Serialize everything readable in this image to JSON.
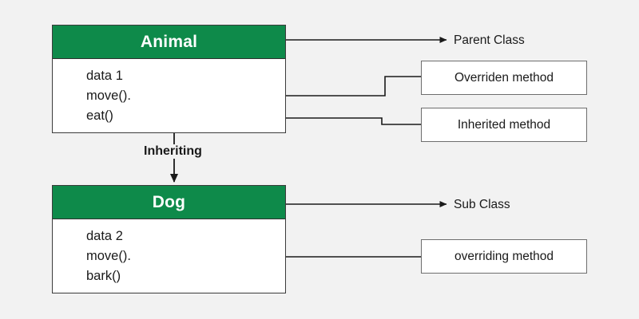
{
  "theme": {
    "background": "#f2f2f2",
    "header_green": "#0e8a4a",
    "header_text": "#ffffff",
    "line_color": "#1a1a1a",
    "box_border": "#3b3b3b",
    "callout_border": "#6e6e6e"
  },
  "diagram": {
    "type": "uml-inheritance",
    "classes": [
      {
        "id": "animal",
        "name": "Animal",
        "role_label": "Parent Class",
        "members": [
          {
            "text": "data 1",
            "kind": "field"
          },
          {
            "text": "move().",
            "kind": "method"
          },
          {
            "text": "eat()",
            "kind": "method"
          }
        ]
      },
      {
        "id": "dog",
        "name": "Dog",
        "role_label": "Sub Class",
        "members": [
          {
            "text": "data 2",
            "kind": "field"
          },
          {
            "text": "move().",
            "kind": "method"
          },
          {
            "text": "bark()",
            "kind": "method"
          }
        ]
      }
    ],
    "relationship": {
      "label": "Inheriting",
      "from": "Dog",
      "to": "Animal"
    },
    "callouts": [
      {
        "id": "overriden",
        "text": "Overriden method",
        "targets": "Animal.move()."
      },
      {
        "id": "inherited",
        "text": "Inherited method",
        "targets": "Animal.eat()"
      },
      {
        "id": "overriding",
        "text": "overriding method",
        "targets": "Dog.move()."
      }
    ]
  }
}
